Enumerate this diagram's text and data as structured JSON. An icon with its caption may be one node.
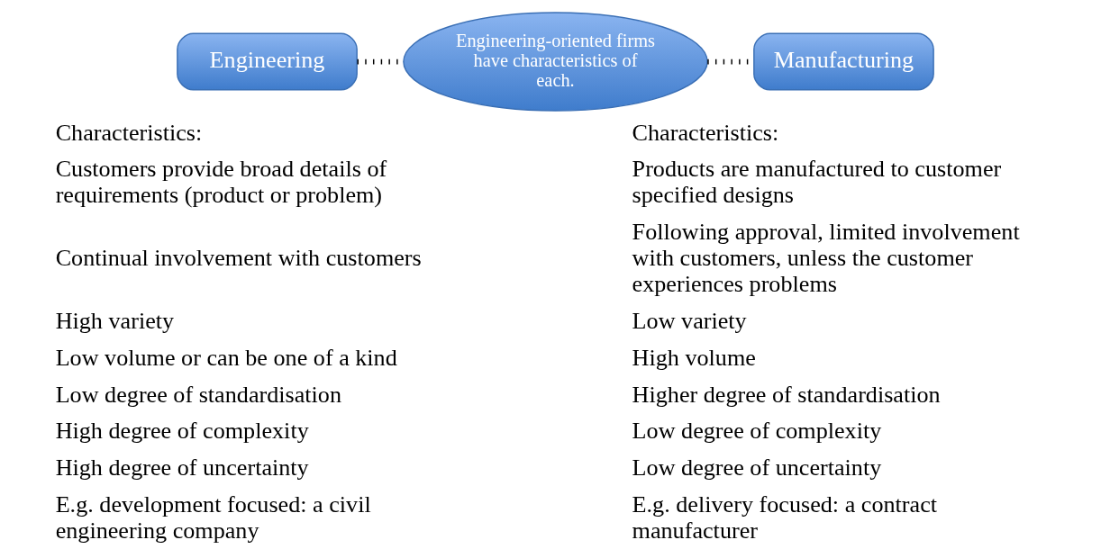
{
  "diagram": {
    "nodes": [
      {
        "text": [
          "Engineering"
        ]
      },
      {
        "text": [
          "Engineering-oriented firms have characteristics of each."
        ]
      },
      {
        "text": [
          "Manufacturing"
        ]
      }
    ],
    "edges": [
      {
        "from": 0,
        "to": 1,
        "arrow": "none",
        "style": "dashed"
      },
      {
        "from": 1,
        "to": 2,
        "arrow": "none",
        "style": "dashed"
      }
    ],
    "labels": [
      "Characteristics:",
      "Customers provide broad details of requirements (product or problem)",
      "Continual involvement with customers",
      "High variety",
      "Low volume or can be one of a kind",
      "Low degree of standardisation",
      "High degree of complexity",
      "High degree of uncertainty",
      "E.g. development focused: a civil engineering company",
      "Characteristics:",
      "Products are manufactured to customer specified designs",
      "Following approval, limited involvement with customers, unless the customer experiences problems",
      "Low variety",
      "High volume",
      "Higher degree of standardisation",
      "Low degree of complexity",
      "Low degree of uncertainty",
      "E.g. delivery focused: a contract manufacturer"
    ]
  }
}
